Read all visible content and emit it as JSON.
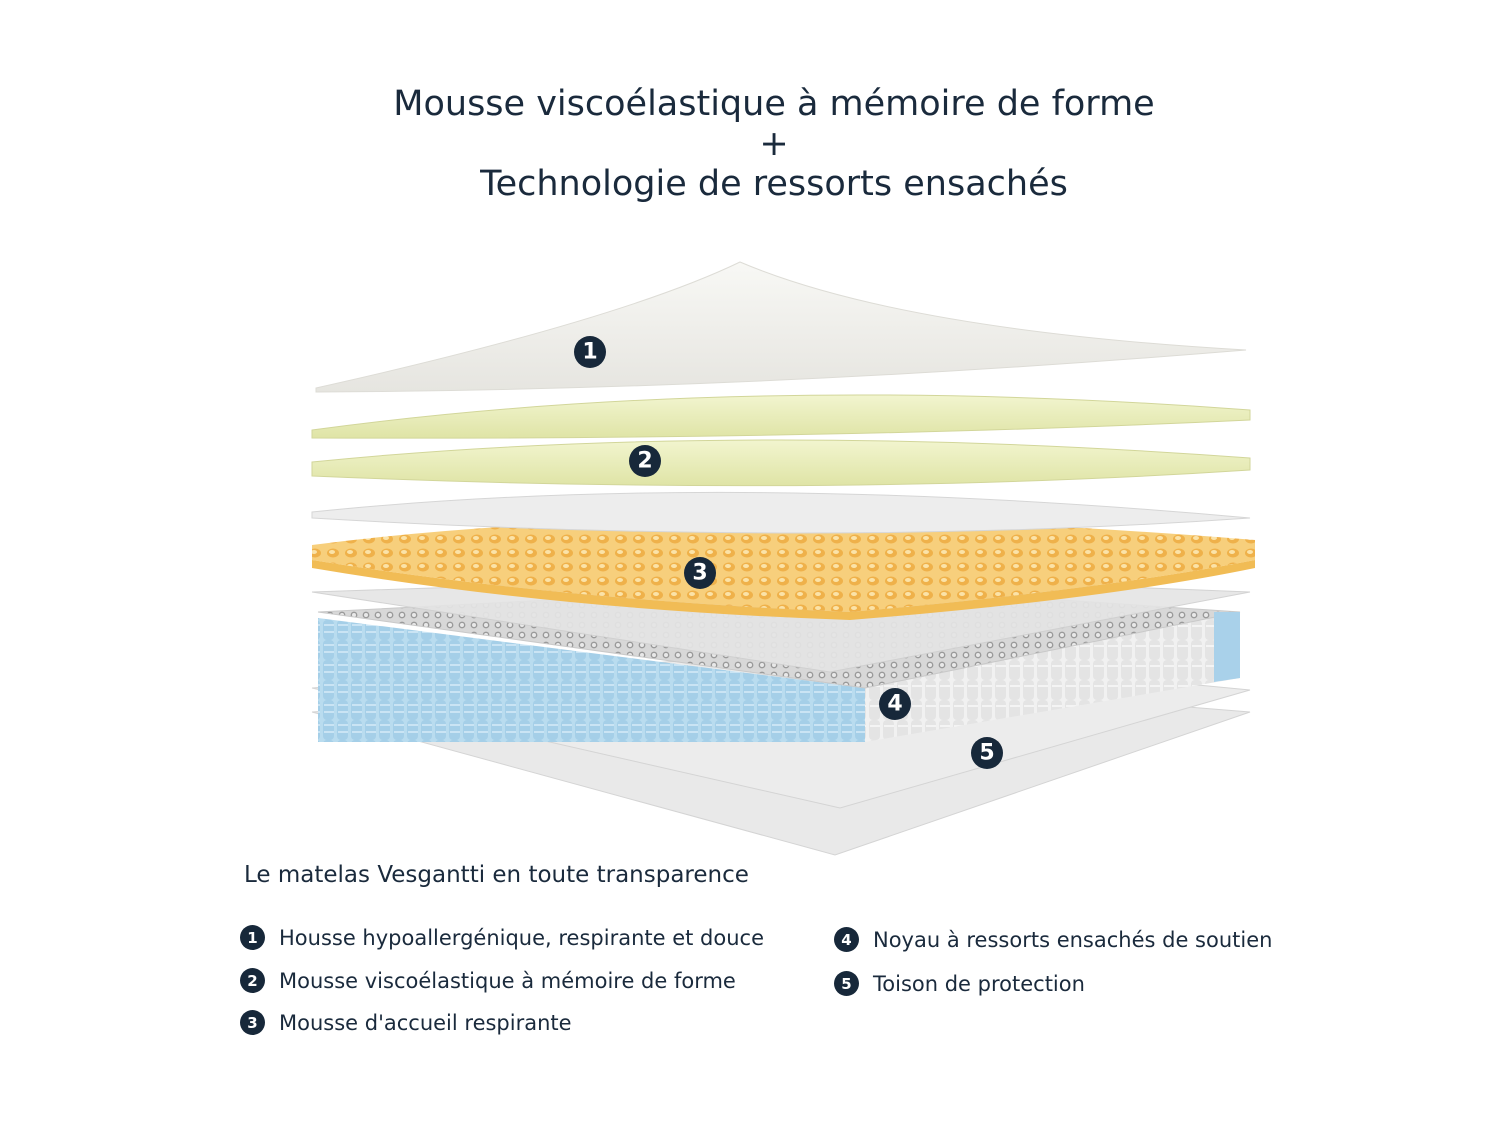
{
  "title": {
    "line1": "Mousse viscoélastique à mémoire de forme",
    "line2": "+",
    "line3": "Technologie de ressorts ensachés"
  },
  "subtitle": "Le matelas Vesgantti en toute transparence",
  "badges": [
    "1",
    "2",
    "3",
    "4",
    "5"
  ],
  "legend": [
    {
      "num": "1",
      "label": "Housse hypoallergénique, respirante et douce"
    },
    {
      "num": "2",
      "label": "Mousse viscoélastique à mémoire de forme"
    },
    {
      "num": "3",
      "label": "Mousse d'accueil respirante"
    },
    {
      "num": "4",
      "label": "Noyau à ressorts ensachés de soutien"
    },
    {
      "num": "5",
      "label": "Toison de protection"
    }
  ],
  "colors": {
    "badge": "#17283a",
    "cover": "#f1f0ec",
    "memory_foam": "#eef1c4",
    "comfort_foam": "#f7cd7a",
    "springs": "#a9d1ea",
    "fleece": "#e6e6e6"
  }
}
